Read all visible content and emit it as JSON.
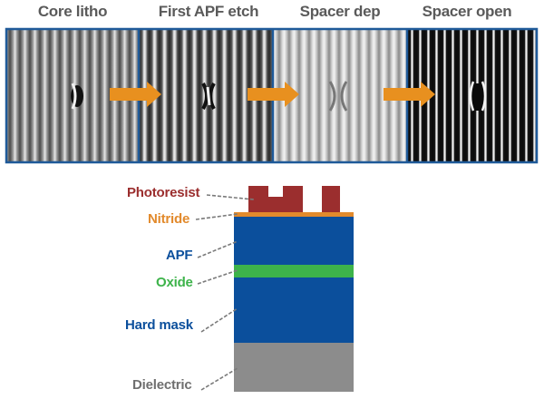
{
  "process": {
    "steps": [
      {
        "label": "Core litho"
      },
      {
        "label": "First APF etch"
      },
      {
        "label": "Spacer dep"
      },
      {
        "label": "Spacer open"
      }
    ]
  },
  "stack": {
    "layers": [
      {
        "label": "Photoresist",
        "color": "#9b2e2e"
      },
      {
        "label": "Nitride",
        "color": "#e28a2c"
      },
      {
        "label": "APF",
        "color": "#0b4f9c"
      },
      {
        "label": "Oxide",
        "color": "#3db34a"
      },
      {
        "label": "Hard mask",
        "color": "#0b4f9c"
      },
      {
        "label": "Dielectric",
        "color": "#8c8c8c"
      }
    ]
  },
  "colors": {
    "frame": "#1f5a99",
    "arrow": "#e8901f",
    "leader": "#7a7a7a"
  }
}
